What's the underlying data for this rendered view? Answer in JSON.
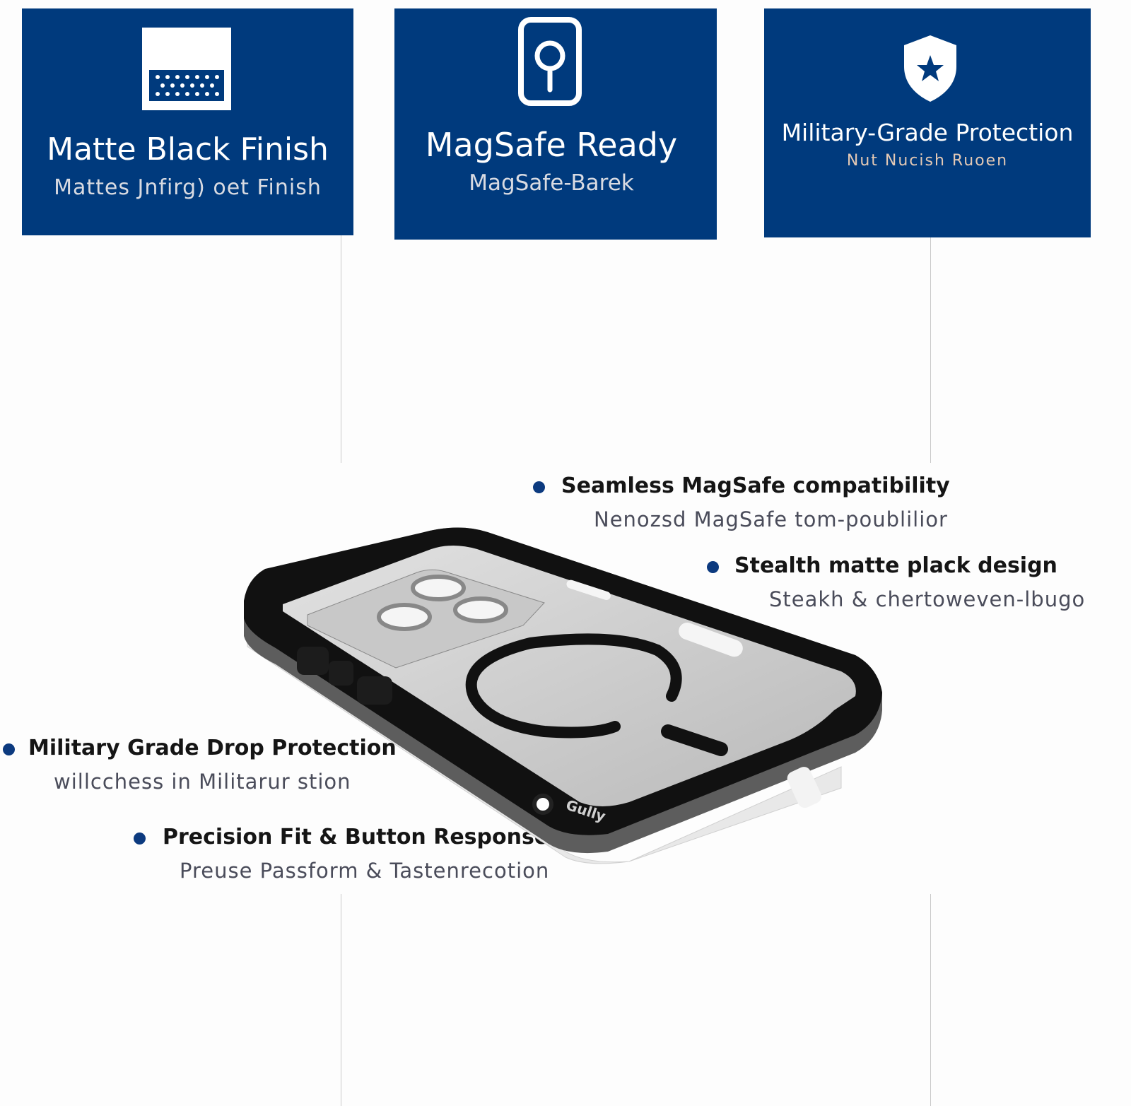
{
  "colors": {
    "card_bg": "#003a7d",
    "bullet": "#0c3a7f"
  },
  "cards": [
    {
      "title": "Matte Black Finish",
      "subtitle": "Mattes Jnfirg) oet Finish",
      "icon": "matte-texture-icon"
    },
    {
      "title": "MagSafe Ready",
      "subtitle": "MagSafe-Barek",
      "icon": "magsafe-phone-icon"
    },
    {
      "title": "Military-Grade Protection",
      "subtitle": "Nut Nucish Ruoen",
      "icon": "shield-star-icon"
    }
  ],
  "features": [
    {
      "title": "Seamless MagSafe compatibility",
      "subtitle": "Nenozsd MagSafe tom-poublilior"
    },
    {
      "title": "Stealth matte plack design",
      "subtitle": "Steakh & chertoweven-lbugo"
    },
    {
      "title": "Military Grade Drop Protection",
      "subtitle": "willcchess in Militarur stion"
    },
    {
      "title": "Precision Fit & Button Response",
      "subtitle": "Preuse Passform & Tastenrecotion"
    }
  ],
  "product": {
    "brand_mark": "Gully"
  }
}
